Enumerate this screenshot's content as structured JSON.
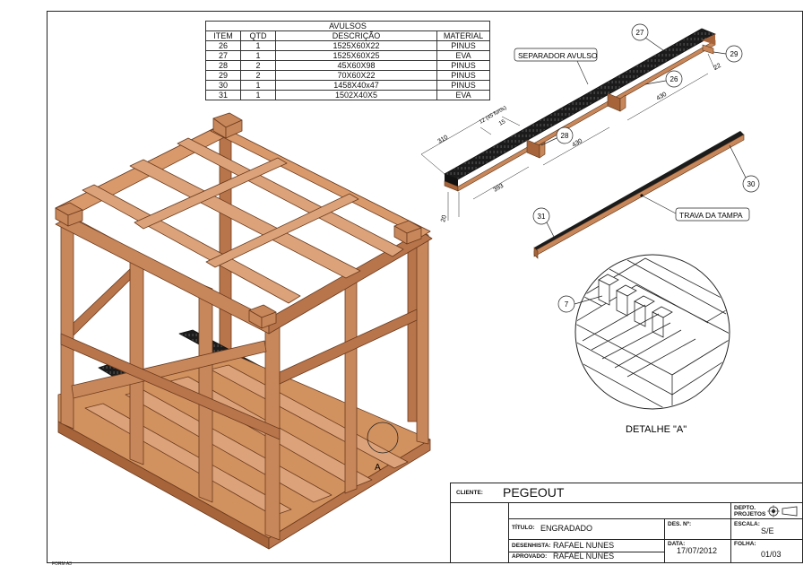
{
  "parts_table": {
    "title": "AVULSOS",
    "headers": [
      "ITEM",
      "QTD",
      "DESCRIÇÃO",
      "MATERIAL"
    ],
    "rows": [
      [
        "26",
        "1",
        "1525X60X22",
        "PINUS"
      ],
      [
        "27",
        "1",
        "1525X60X25",
        "EVA"
      ],
      [
        "28",
        "2",
        "45X60X98",
        "PINUS"
      ],
      [
        "29",
        "2",
        "70X60X22",
        "PINUS"
      ],
      [
        "30",
        "1",
        "1458X40x47",
        "PINUS"
      ],
      [
        "31",
        "1",
        "1502X40X5",
        "EVA"
      ]
    ]
  },
  "labels": {
    "separador": "SEPARADOR AVULSO",
    "trava": "TRAVA DA TAMPA",
    "detalhe": "DETALHE  \"A\"",
    "detail_marker": "A",
    "form": "FORM A3"
  },
  "balloons": {
    "b27": "27",
    "b29": "29",
    "b26": "26",
    "b28": "28",
    "b30": "30",
    "b31": "31",
    "b7": "7"
  },
  "dimensions": {
    "d310": "310",
    "d12": "12 (45 furos)",
    "d15": "15",
    "d430a": "430",
    "d430b": "430",
    "d22": "22",
    "d393": "393",
    "d20": "20"
  },
  "title_block": {
    "cliente_label": "CLIENTE:",
    "cliente": "PEGEOUT",
    "titulo_label": "TÍTULO:",
    "titulo": "ENGRADADO",
    "des_label": "DES. Nº:",
    "desenhista_label": "DESENHISTA:",
    "desenhista": "RAFAEL NUNES",
    "aprovado_label": "APROVADO:",
    "aprovado": "RAFAEL NUNES",
    "data_label": "DATA:",
    "data": "17/07/2012",
    "depto_label": "DEPTO. PROJETOS",
    "escala_label": "ESCALA:",
    "escala": "S/E",
    "folha_label": "FOLHA:",
    "folha": "01/03"
  },
  "colors": {
    "wood": "#c8875a",
    "wood_dark": "#a7643a",
    "wood_light": "#dca37a",
    "eva": "#1b1b1b"
  }
}
